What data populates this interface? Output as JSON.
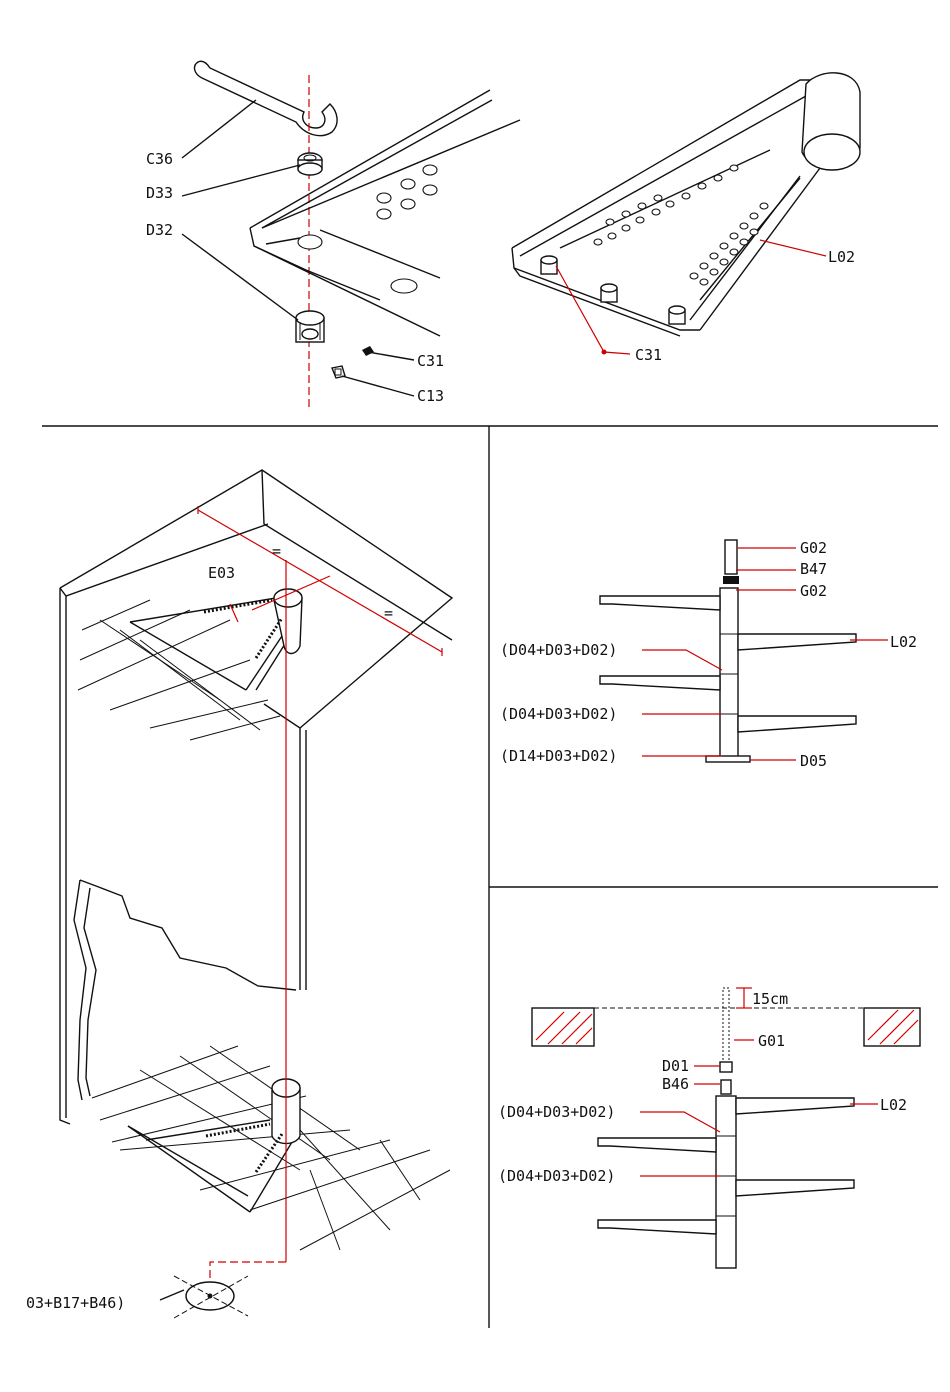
{
  "panel_top_left": {
    "labels": {
      "c36": "C36",
      "d33": "D33",
      "d32": "D32",
      "c31": "C31",
      "c13": "C13"
    }
  },
  "panel_top_right": {
    "labels": {
      "l02": "L02",
      "c31": "C31"
    }
  },
  "panel_room": {
    "labels": {
      "e03": "E03",
      "equal_a": "=",
      "equal_b": "=",
      "base_combo": "03+B17+B46)"
    }
  },
  "panel_stack": {
    "labels": {
      "g02_top": "G02",
      "b47": "B47",
      "g02_mid": "G02",
      "l02": "L02",
      "combo_1": "(D04+D03+D02)",
      "combo_2": "(D04+D03+D02)",
      "combo_3": "(D14+D03+D02)",
      "d05": "D05"
    }
  },
  "panel_ceiling": {
    "labels": {
      "dim_15cm": "15cm",
      "g01": "G01",
      "d01": "D01",
      "b46": "B46",
      "l02": "L02",
      "combo_1": "(D04+D03+D02)",
      "combo_2": "(D04+D03+D02)"
    }
  },
  "colors": {
    "line": "#111111",
    "accent": "#d00000",
    "background": "#ffffff"
  }
}
